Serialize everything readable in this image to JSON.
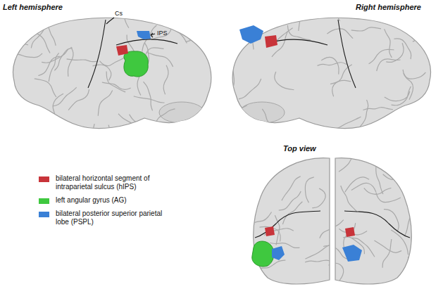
{
  "diagram": {
    "labels": [
      "Left hemisphere",
      "Right hemisphere",
      "Top view",
      "Cs",
      "IPS"
    ],
    "legend": [
      {
        "text": "bilateral horizontal segment of intraparietal sulcus (hIPS)",
        "color": "#c8343a"
      },
      {
        "text": "left angular gyrus (AG)",
        "color": "#3fc83f"
      },
      {
        "text": "bilateral posterior superior parietal lobe (PSPL)",
        "color": "#3a80d6"
      }
    ]
  }
}
